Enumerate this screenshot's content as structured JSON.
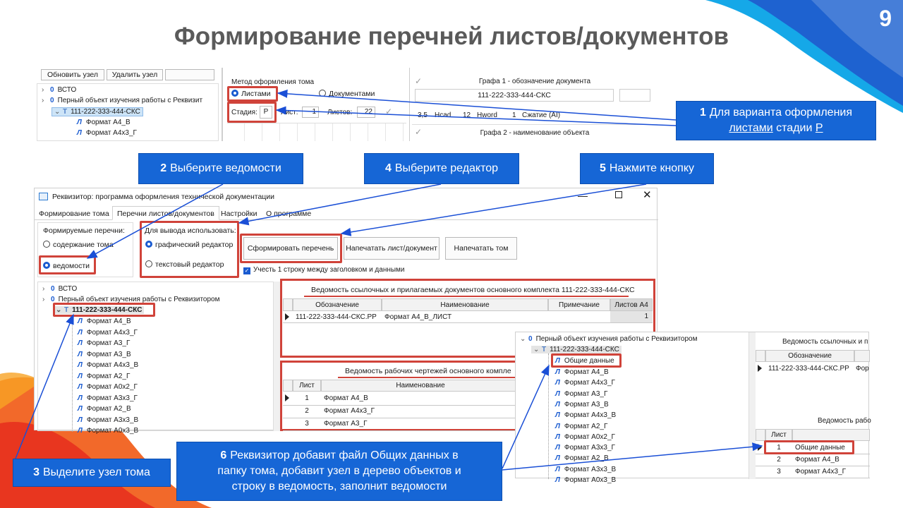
{
  "slide": {
    "title": "Формирование перечней листов/документов",
    "page_number": "9"
  },
  "top_panel": {
    "buttons": {
      "update_node": "Обновить узел",
      "delete_node": "Удалить узел"
    },
    "tree": {
      "vsto": "ВСТО",
      "object": "Перный объект изучения работы с Реквизит",
      "node": "111-222-333-444-СКС",
      "f1": "Формат А4_В",
      "f2": "Формат А4х3_Г"
    },
    "method_label": "Метод оформления тома",
    "by_sheets": "Листами",
    "by_docs": "Документами",
    "stage_label": "Стадия:",
    "stage_value": "Р",
    "sheet_label": "Лист:",
    "sheet_value": "1",
    "sheets_label": "Листов:",
    "sheets_value": "22",
    "grafa1_label": "Графа 1 - обозначение документа",
    "grafa1_value": "111-222-333-444-СКС",
    "hcad_value": "3,5",
    "hcad_label": "Hcad",
    "hword_value": "12",
    "hword_label": "Hword",
    "compress_value": "1",
    "compress_label": "Сжатие (AI)",
    "grafa2_label": "Графа 2 - наименование объекта"
  },
  "callouts": {
    "c1_num": "1",
    "c1_text_a": "Для варианта оформления",
    "c1_text_b": "листами",
    "c1_text_c": "стадии",
    "c1_text_d": "Р",
    "c2_num": "2",
    "c2_text": "Выберите ведомости",
    "c3_num": "3",
    "c3_text": "Выделите узел тома",
    "c4_num": "4",
    "c4_text": "Выберите редактор",
    "c5_num": "5",
    "c5_text": "Нажмите кнопку",
    "c6_num": "6",
    "c6_line1": "Реквизитор добавит файл Общих данных в",
    "c6_line2": "папку тома, добавит узел в дерево объектов и",
    "c6_line3": "строку в ведомость, заполнит ведомости"
  },
  "main_window": {
    "title": "Реквизитор: программа оформления технической документации",
    "menu": [
      "Формирование тома",
      "Перечни листов/документов",
      "Настройки",
      "О программе"
    ],
    "lists_label": "Формируемые перечни:",
    "opt_contents": "содержание тома",
    "opt_statements": "ведомости",
    "output_label": "Для вывода использовать:",
    "opt_graphic": "графический редактор",
    "opt_text": "текстовый редактор",
    "btn_form": "Сформировать перечень",
    "btn_print_sheet": "Напечатать лист/документ",
    "btn_print_vol": "Напечатать том",
    "chk_row": "Учесть 1 строку между заголовком и данными",
    "tree": {
      "vsto": "ВСТО",
      "object": "Перный объект изучения работы с Реквизитором",
      "node": "111-222-333-444-СКС",
      "items": [
        "Формат А4_В",
        "Формат А4х3_Г",
        "Формат А3_Г",
        "Формат А3_В",
        "Формат А4х3_В",
        "Формат А2_Г",
        "Формат А0х2_Г",
        "Формат А3х3_Г",
        "Формат А2_В",
        "Формат А3х3_В",
        "Формат А0х3_В"
      ]
    },
    "table1_title": "Ведомость ссылочных и прилагаемых документов основного комплекта 111-222-333-444-СКС",
    "table1_cols": [
      "Обозначение",
      "Наименование",
      "Примечание",
      "Листов А4"
    ],
    "table1_row": [
      "111-222-333-444-СКС.РР",
      "Формат А4_В_ЛИСТ",
      "",
      "1"
    ],
    "table2_title": "Ведомость рабочих чертежей основного компле",
    "table2_cols": [
      "Лист",
      "Наименование"
    ],
    "table2_rows": [
      [
        "1",
        "Формат А4_В"
      ],
      [
        "2",
        "Формат А4х3_Г"
      ],
      [
        "3",
        "Формат А3_Г"
      ]
    ]
  },
  "result_panel": {
    "tree": {
      "object": "Перный объект изучения работы с Реквизитором",
      "node": "111-222-333-444-СКС",
      "common": "Общие данные",
      "items": [
        "Формат А4_В",
        "Формат А4х3_Г",
        "Формат А3_Г",
        "Формат А3_В",
        "Формат А4х3_В",
        "Формат А2_Г",
        "Формат А0х2_Г",
        "Формат А3х3_Г",
        "Формат А2_В",
        "Формат А3х3_В",
        "Формат А0х3_В"
      ]
    },
    "table1_title": "Ведомость ссылочных и п",
    "table1_col": "Обозначение",
    "table1_row": [
      "111-222-333-444-СКС.РР",
      "Фор"
    ],
    "table2_title": "Ведомость рабо",
    "table2_col": "Лист",
    "table2_rows": [
      [
        "1",
        "Общие данные"
      ],
      [
        "2",
        "Формат А4_В"
      ],
      [
        "3",
        "Формат А4х3_Г"
      ]
    ]
  },
  "colors": {
    "accent_blue": "#1666d6",
    "highlight_red": "#d0433a",
    "title_gray": "#5a5a5a"
  }
}
